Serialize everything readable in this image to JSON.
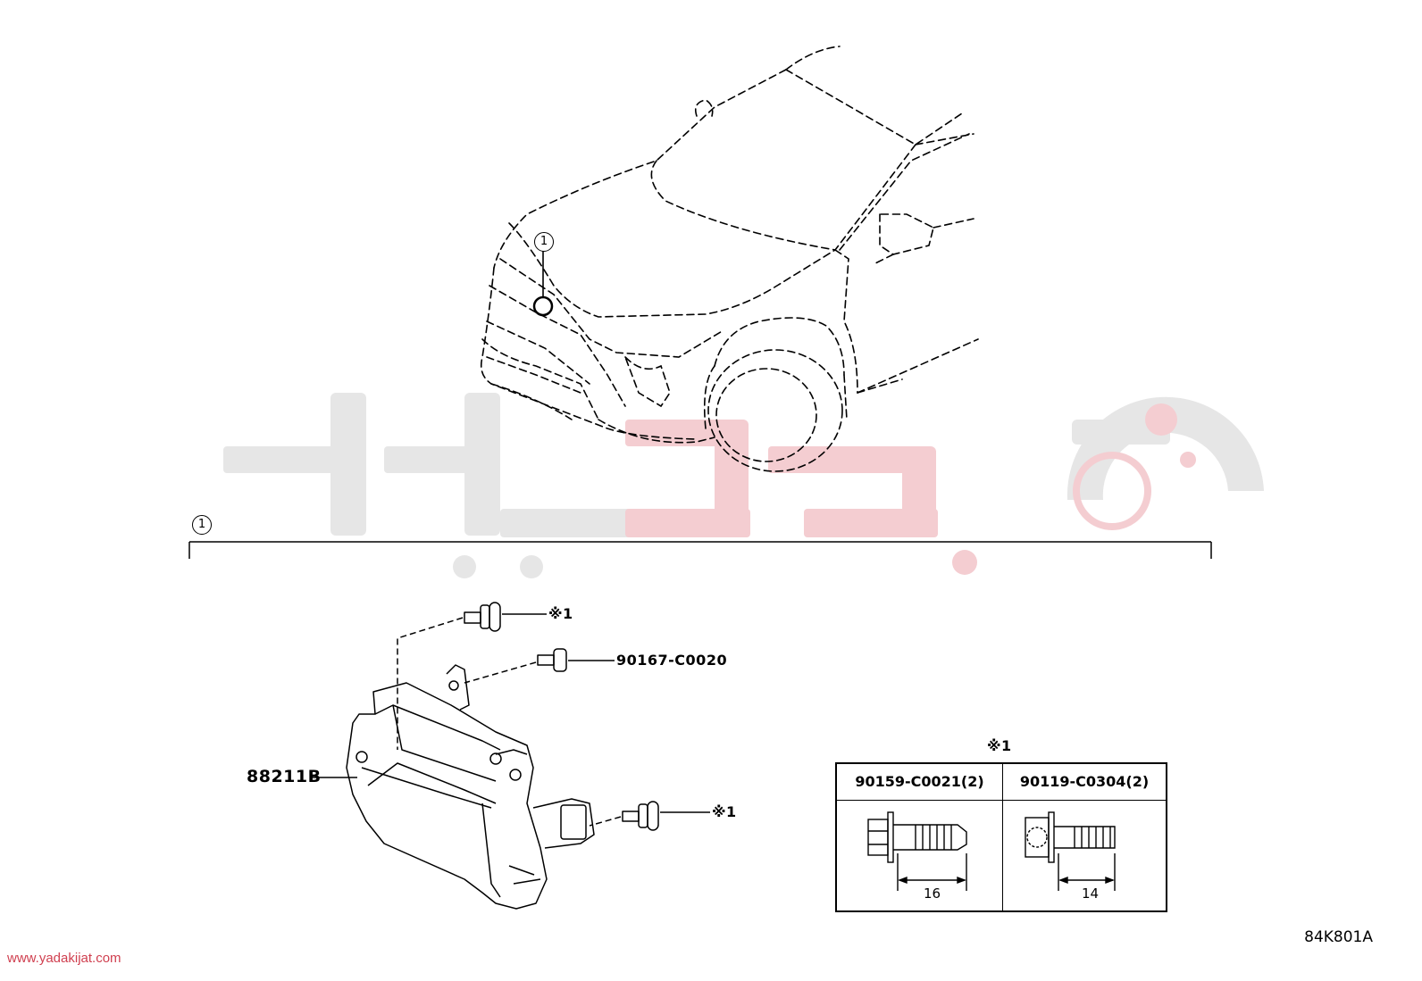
{
  "car_callout": "1",
  "section_callout": "1",
  "parts": {
    "bolt_top_ref": "※1",
    "screw_part_no": "90167-C0020",
    "bolt_right_ref": "※1",
    "sensor_part_no": "88211B"
  },
  "legend": {
    "ref": "※1",
    "col1_part": "90159-C0021(2)",
    "col1_length": "16",
    "col2_part": "90119-C0304(2)",
    "col2_length": "14"
  },
  "footer": {
    "website": "www.yadakijat.com",
    "figure_code": "84K801A"
  },
  "colors": {
    "watermark_gray": "#e4e4e4",
    "watermark_red": "#f2c8cc",
    "website_red": "#d04050"
  }
}
